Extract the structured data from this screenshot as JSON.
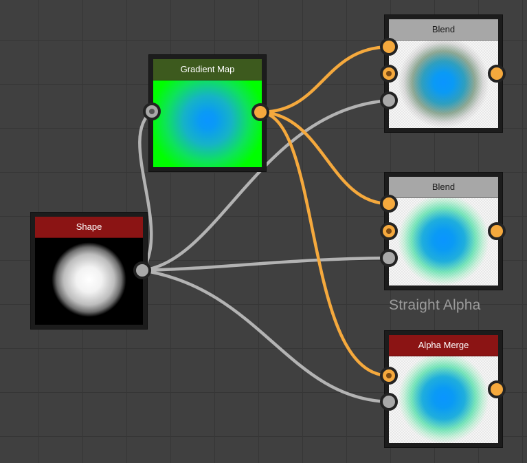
{
  "colors": {
    "canvas": "#404040",
    "wire_color": "#f5a93d",
    "wire_gray": "#b3b3b3",
    "gradient_map_header": "#3d5a1e",
    "red_header": "#8b1414",
    "gray_header": "#a7a7a7"
  },
  "nodes": {
    "gradient_map": {
      "title": "Gradient Map"
    },
    "shape": {
      "title": "Shape"
    },
    "blend_top": {
      "title": "Blend"
    },
    "blend_middle": {
      "title": "Blend"
    },
    "alpha_merge": {
      "title": "Alpha Merge"
    }
  },
  "annotations": {
    "straight_alpha": "Straight Alpha"
  }
}
